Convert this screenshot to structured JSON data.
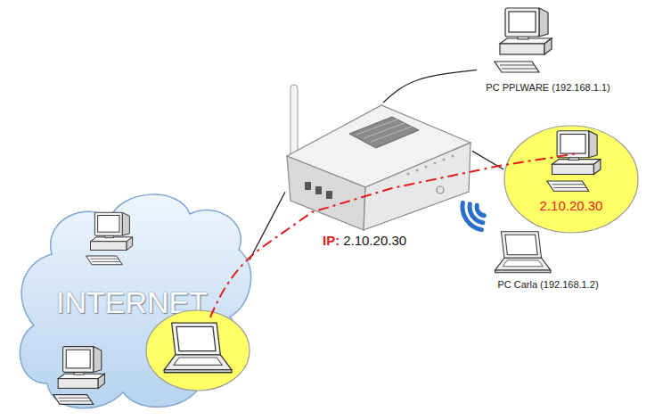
{
  "diagram": {
    "nodes": [
      {
        "text": [
          "INTERNET"
        ]
      },
      {
        "text": [
          "IP:",
          "2.10.20.30"
        ]
      },
      {
        "text": [
          "PC PPLWARE (192.168.1.1)"
        ]
      },
      {
        "text": [
          "2.10.20.30"
        ]
      },
      {
        "text": [
          "PC Carla (192.168.1.2)"
        ]
      }
    ],
    "edges": [
      {
        "from": 0,
        "to": 1,
        "arrow": "none"
      },
      {
        "from": 1,
        "to": 2,
        "arrow": "none"
      },
      {
        "from": 1,
        "to": 3,
        "arrow": "none"
      }
    ]
  }
}
